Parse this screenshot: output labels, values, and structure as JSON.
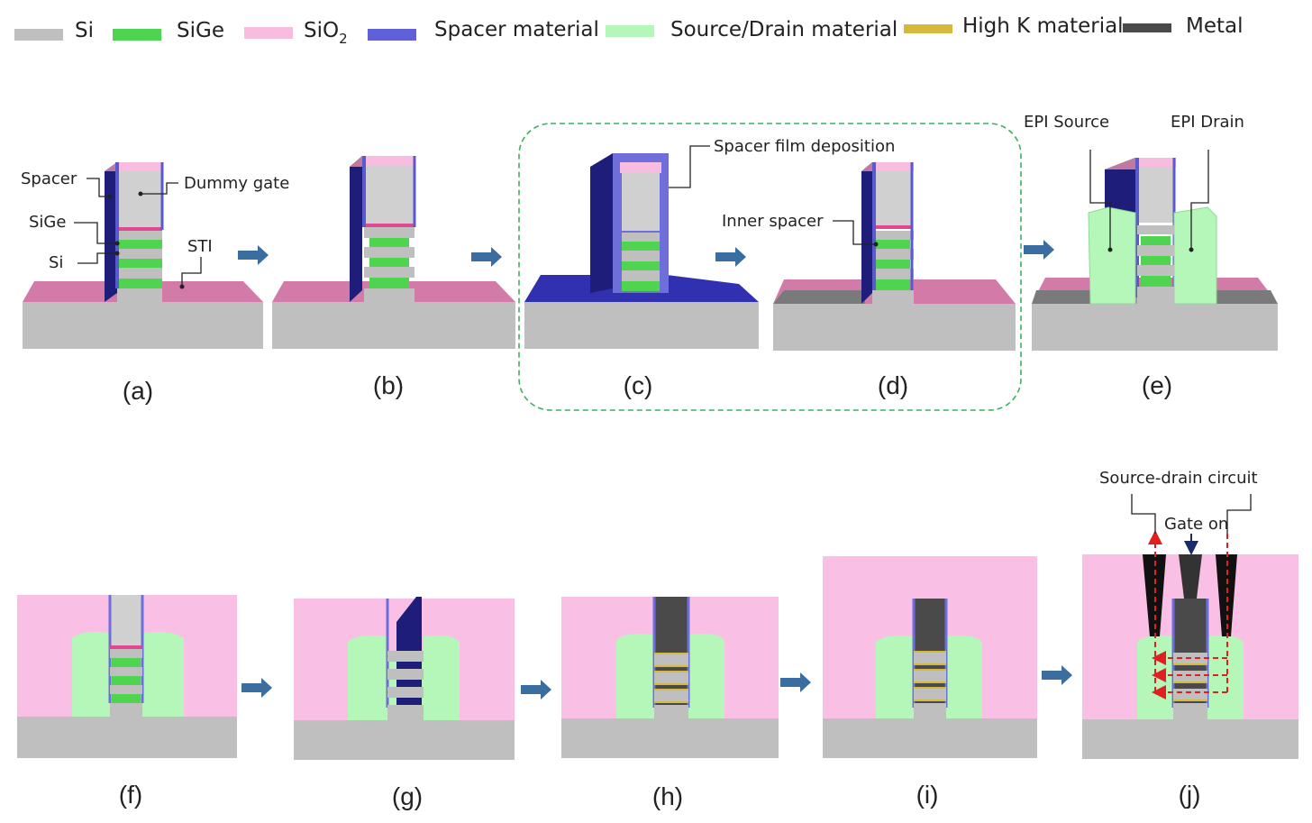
{
  "colors": {
    "si": "#bfbfbf",
    "si_dark": "#a8a8a8",
    "sige": "#4fd44f",
    "sio2": "#f7bce0",
    "spacer": "#6f6fdc",
    "spacer_dark": "#1e1e7a",
    "source_drain": "#b5f7b9",
    "high_k": "#d4b93c",
    "metal": "#4a4a4a",
    "sti": "#d27aa8",
    "arrow": "#3a6ea0",
    "dashed_box": "#3cb05a",
    "circuit": "#e02020",
    "gate_arrow": "#1a2a6a"
  },
  "legend": [
    {
      "label": "Si",
      "color": "#bfbfbf"
    },
    {
      "label": "SiGe",
      "color": "#4fd44f"
    },
    {
      "label": "SiO",
      "sub": "2",
      "color": "#f7bce0"
    },
    {
      "label": "Spacer material",
      "color": "#6060d8"
    },
    {
      "label": "Source/Drain material",
      "color": "#b5f7b9"
    },
    {
      "label": "High K material",
      "color": "#d4b93c"
    },
    {
      "label": "Metal",
      "color": "#4a4a4a"
    }
  ],
  "panels": [
    "(a)",
    "(b)",
    "(c)",
    "(d)",
    "(e)",
    "(f)",
    "(g)",
    "(h)",
    "(i)",
    "(j)"
  ],
  "callouts": {
    "spacer": "Spacer",
    "dummy_gate": "Dummy gate",
    "sige": "SiGe",
    "si": "Si",
    "sti": "STI",
    "spacer_film": "Spacer film deposition",
    "inner_spacer": "Inner spacer",
    "epi_source": "EPI Source",
    "epi_drain": "EPI Drain",
    "source_drain_circuit": "Source-drain circuit",
    "gate_on": "Gate on"
  }
}
